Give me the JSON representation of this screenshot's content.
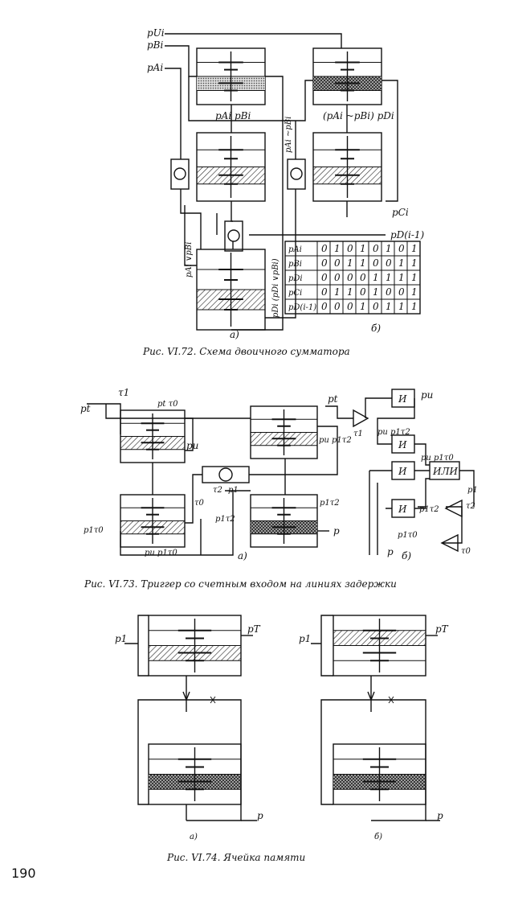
{
  "page_number": "190",
  "fig72": {
    "caption": "Рис. VI.72. Схема двоичного сумматора",
    "sublabel_a": "а)",
    "sublabel_b": "б)",
    "labels": {
      "p_u": "pUi",
      "p_b_in": "pBi",
      "p_a_in": "pAi",
      "and_out": "pAi pBi",
      "xnor_d": "(pAi ~pBi) pDi",
      "xnor": "pAi ~pBi",
      "p_c": "pCi",
      "carry": "pD(i-1)",
      "or_out": "pAi ∨pBi",
      "d_or": "pDi (pDi ∨pBi)"
    },
    "truth_table": {
      "rows": [
        {
          "name": "pAi",
          "values": [
            "0",
            "1",
            "0",
            "1",
            "0",
            "1",
            "0",
            "1"
          ]
        },
        {
          "name": "pBi",
          "values": [
            "0",
            "0",
            "1",
            "1",
            "0",
            "0",
            "1",
            "1"
          ]
        },
        {
          "name": "pDi",
          "values": [
            "0",
            "0",
            "0",
            "0",
            "1",
            "1",
            "1",
            "1"
          ]
        },
        {
          "name": "pCi",
          "values": [
            "0",
            "1",
            "1",
            "0",
            "1",
            "0",
            "0",
            "1"
          ]
        },
        {
          "name": "pD(i-1)",
          "values": [
            "0",
            "0",
            "0",
            "1",
            "0",
            "1",
            "1",
            "1"
          ]
        }
      ]
    }
  },
  "fig73": {
    "caption": "Рис. VI.73. Триггер со счетным входом на линиях задержки",
    "sublabel_a": "а)",
    "sublabel_b": "б)",
    "labels": {
      "tau1": "τ1",
      "pt": "pt",
      "pt_tau0": "pt τ0",
      "pu": "pu",
      "pu_p1_tau2": "pu p1τ2",
      "p1": "p1",
      "p1_tau2": "p1τ2",
      "p1_tau2_b": "p1τ2",
      "tau0": "τ0",
      "tau2": "τ2",
      "p1_tau0": "p1τ0",
      "pu_p1_tau0": "pu p1τ0",
      "p": "p"
    },
    "logic": {
      "and1": "И",
      "and2": "И",
      "and3": "И",
      "and4": "И",
      "or": "ИЛИ",
      "pt": "pt",
      "tau1": "τ1",
      "pu": "pu",
      "pu_p1_tau2": "pu p1τ2",
      "pu_p1_tau0": "pu p1τ0",
      "p1": "p1",
      "p1_tau2": "p1τ2",
      "tau2": "τ2",
      "p1_tau0": "p1τ0",
      "tau0": "τ0",
      "p": "p"
    }
  },
  "fig74": {
    "caption": "Рис. VI.74. Ячейка памяти",
    "sublabel_a": "а)",
    "sublabel_b": "б)",
    "labels": {
      "a_p1": "p1",
      "a_pt": "pT",
      "a_p": "p",
      "b_p1": "p1",
      "b_pt": "pT",
      "b_p": "p"
    }
  }
}
